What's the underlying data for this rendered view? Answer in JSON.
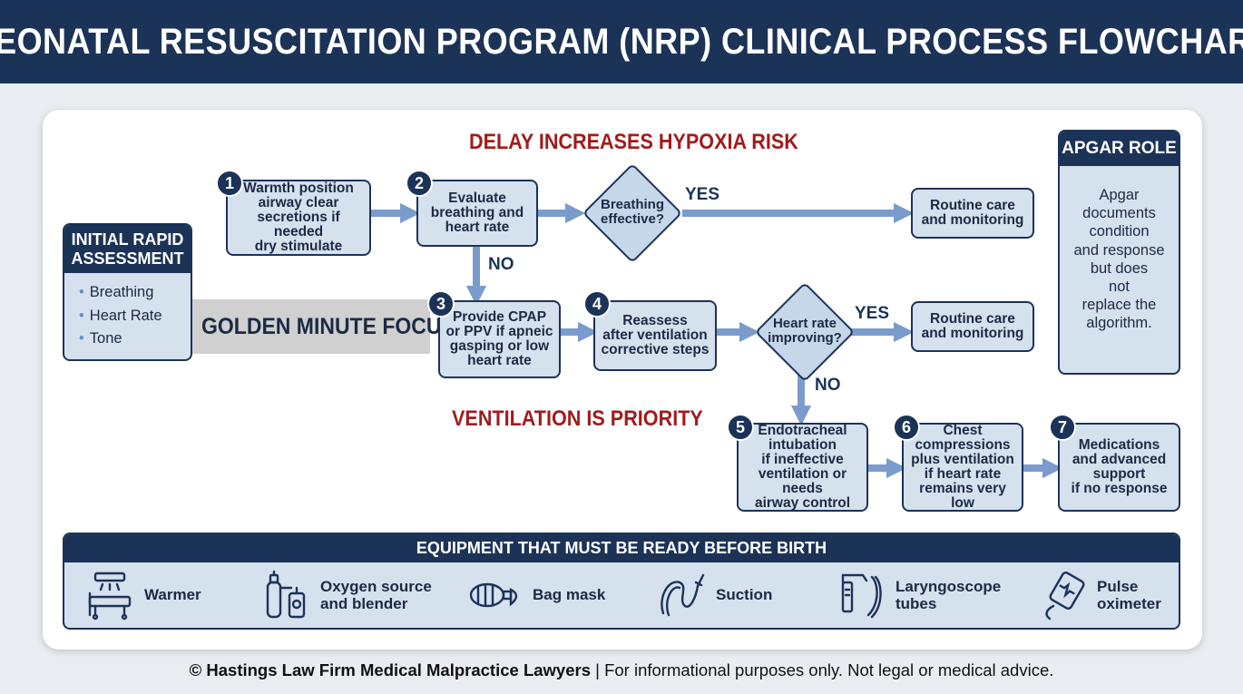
{
  "title": "NEONATAL RESUSCITATION PROGRAM (NRP) CLINICAL PROCESS FLOWCHART",
  "labels": {
    "delay": "DELAY INCREASES HYPOXIA RISK",
    "ventilation": "VENTILATION IS PRIORITY",
    "golden": "GOLDEN MINUTE FOCUS",
    "yes1": "YES",
    "no1": "NO",
    "yes2": "YES",
    "no2": "NO"
  },
  "initial": {
    "title": "INITIAL RAPID\nASSESSMENT",
    "items": [
      "Breathing",
      "Heart Rate",
      "Tone"
    ]
  },
  "steps": [
    {
      "num": "1",
      "text": "Warmth position\nairway clear\nsecretions if needed\ndry stimulate"
    },
    {
      "num": "2",
      "text": "Evaluate\nbreathing and\nheart rate"
    },
    {
      "num": "3",
      "text": "Provide CPAP\nor PPV if apneic\ngasping or low\nheart rate"
    },
    {
      "num": "4",
      "text": "Reassess\nafter ventilation\ncorrective steps"
    },
    {
      "num": "5",
      "text": "Endotracheal\nintubation\nif ineffective\nventilation or needs\nairway control"
    },
    {
      "num": "6",
      "text": "Chest\ncompressions\nplus ventilation\nif heart rate\nremains very low"
    },
    {
      "num": "7",
      "text": "Medications\nand advanced\nsupport\nif no response"
    }
  ],
  "decisions": {
    "breathing": "Breathing\neffective?",
    "heart": "Heart rate\nimproving?"
  },
  "outcomes": {
    "routine1": "Routine care\nand monitoring",
    "routine2": "Routine care\nand monitoring"
  },
  "apgar": {
    "title": "APGAR ROLE",
    "text": "Apgar\ndocuments\ncondition\nand response\nbut does\nnot\nreplace the\nalgorithm."
  },
  "equipment": {
    "title": "EQUIPMENT THAT MUST BE READY BEFORE BIRTH",
    "items": [
      {
        "label": "Warmer",
        "icon": "warmer-icon"
      },
      {
        "label": "Oxygen source\nand blender",
        "icon": "oxygen-tank-icon"
      },
      {
        "label": "Bag mask",
        "icon": "bag-mask-icon"
      },
      {
        "label": "Suction",
        "icon": "suction-icon"
      },
      {
        "label": "Laryngoscope\ntubes",
        "icon": "laryngoscope-icon"
      },
      {
        "label": "Pulse\noximeter",
        "icon": "pulse-oximeter-icon"
      }
    ]
  },
  "footer": {
    "bold": "© Hastings Law Firm Medical Malpractice Lawyers",
    "rest": " | For informational purposes only. Not legal or medical advice."
  },
  "colors": {
    "navy": "#1c3358",
    "box": "#d6e1ee",
    "arrow": "#7a9ccc",
    "red": "#a01c1c"
  }
}
